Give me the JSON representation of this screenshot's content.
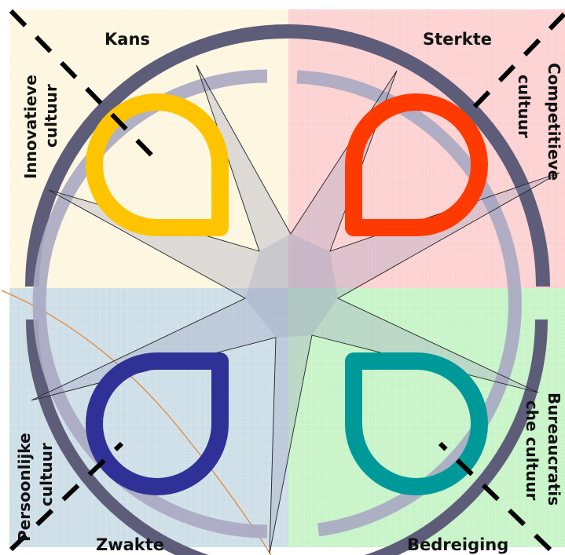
{
  "quadrants": {
    "top_left": {
      "label": "Kans",
      "culture": [
        "Innovatieve",
        "cultuur"
      ],
      "color": "#fdf6e0"
    },
    "top_right": {
      "label": "Sterkte",
      "culture": [
        "Competitieve",
        "cultuur"
      ],
      "color": "#fcd2d2"
    },
    "bottom_left": {
      "label": "Zwakte",
      "culture": [
        "Persoonlijke",
        "cultuur"
      ],
      "color": "#cfdfe8"
    },
    "bottom_right": {
      "label": "Bedreiging",
      "culture": [
        "Bureaucratis",
        "che cultuur"
      ],
      "color": "#c9f4c9"
    }
  },
  "colors": {
    "outer_ring": "#5d5d7a",
    "inner_ring": "#a9a9c2",
    "loop_top_left": "#ffc400",
    "loop_top_right": "#ff3a00",
    "loop_bottom_left": "#2f3197",
    "loop_bottom_right": "#00999a",
    "dashes": "#000000",
    "orange_line": "#e08a40"
  }
}
